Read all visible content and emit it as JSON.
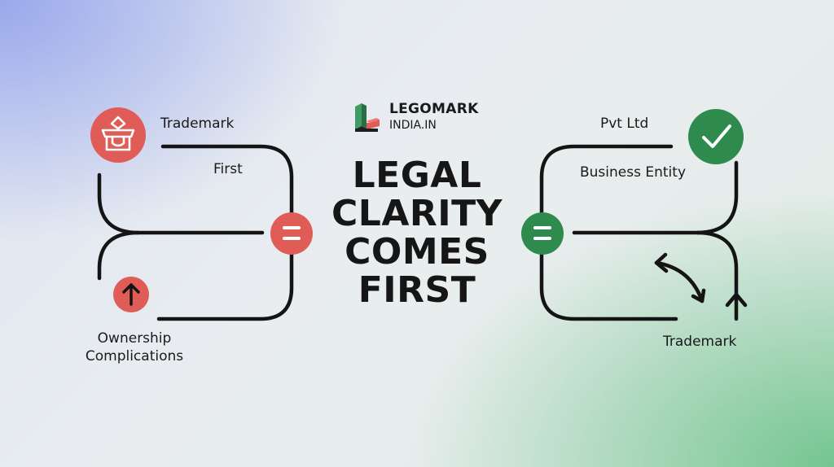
{
  "brand": {
    "name": "LEGOMARK",
    "domain": "INDIA.IN"
  },
  "headline": [
    "LEGAL",
    "CLARITY",
    "COMES",
    "FIRST"
  ],
  "left": {
    "label_top": "Trademark",
    "label_first": "First",
    "label_bottom_line1": "Ownership",
    "label_bottom_line2": "Complications",
    "icon_top": "store-icon",
    "icon_bottom": "arrow-up-icon",
    "equals_icon": "equals-icon"
  },
  "right": {
    "label_top": "Pvt Ltd",
    "label_mid": "Business Entity",
    "label_bottom": "Trademark",
    "icon_top": "checkmark-icon",
    "equals_icon": "equals-icon"
  },
  "colors": {
    "red": "#e05c57",
    "green": "#2f8a4e",
    "line": "#141414"
  }
}
